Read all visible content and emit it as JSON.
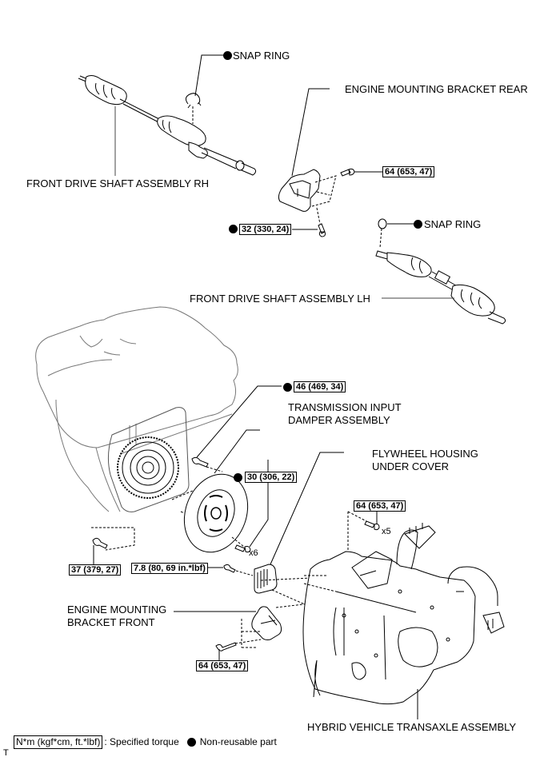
{
  "diagram": {
    "title": "Hybrid vehicle transaxle assembly components",
    "part_labels": {
      "snap_ring_rh": "SNAP RING",
      "front_drive_shaft_rh": "FRONT DRIVE SHAFT ASSEMBLY RH",
      "engine_mounting_bracket_rear": "ENGINE MOUNTING BRACKET REAR",
      "snap_ring_lh": "SNAP RING",
      "front_drive_shaft_lh": "FRONT DRIVE SHAFT ASSEMBLY LH",
      "transmission_input_damper_line1": "TRANSMISSION INPUT",
      "transmission_input_damper_line2": "DAMPER ASSEMBLY",
      "flywheel_housing_under_cover_line1": "FLYWHEEL HOUSING",
      "flywheel_housing_under_cover_line2": "UNDER COVER",
      "engine_mounting_bracket_front_line1": "ENGINE MOUNTING",
      "engine_mounting_bracket_front_line2": "BRACKET FRONT",
      "hybrid_vehicle_transaxle": "HYBRID VEHICLE TRANSAXLE ASSEMBLY"
    },
    "torque_specs": {
      "rear_bracket_bolt": "64 (653, 47)",
      "rear_bracket_lower_bolt": "32 (330, 24)",
      "flywheel_bolt": "46 (469, 34)",
      "damper_bolt": "30 (306, 22)",
      "transaxle_bolt_upper": "64 (653, 47)",
      "engine_block_bolt": "37 (379, 27)",
      "under_cover_bolt": "7.8 (80, 69 in.*lbf)",
      "front_bracket_bolt": "64 (653, 47)"
    },
    "multipliers": {
      "damper_bolt": "x6",
      "transaxle_bolt_upper": "x5"
    },
    "non_reusable_parts": [
      "snap_ring_rh",
      "snap_ring_lh",
      "rear_bracket_lower_bolt",
      "flywheel_bolt",
      "damper_bolt"
    ]
  },
  "legend": {
    "torque_unit": "N*m (kgf*cm, ft.*lbf)",
    "torque_desc": ": Specified torque",
    "non_reusable": "Non-reusable part"
  },
  "corner_mark": "T"
}
